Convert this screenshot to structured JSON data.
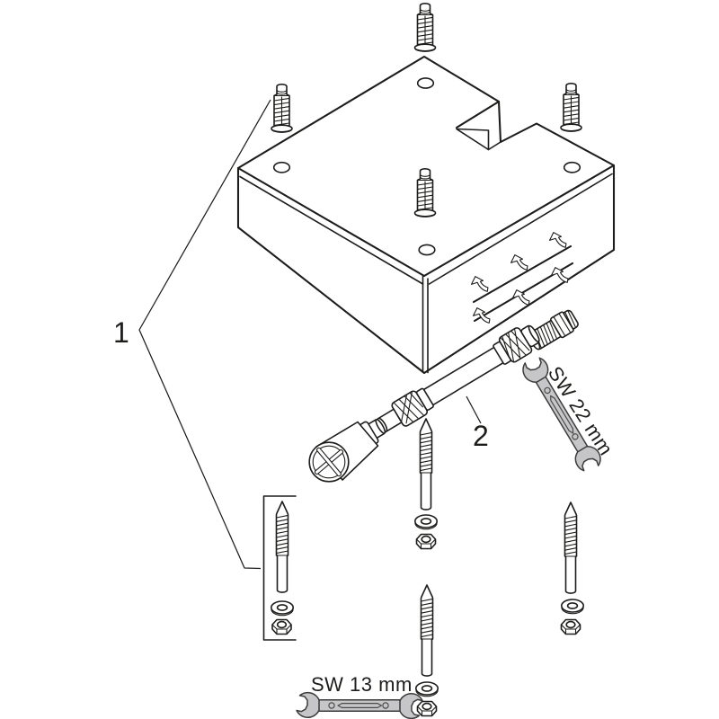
{
  "figure": {
    "background": "#ffffff",
    "line_color": "#1d1d1b",
    "wrench_fill": "#c6c6c8",
    "wrench_stroke": "#3c3c3c"
  },
  "callouts": {
    "part1": "1",
    "part2": "2"
  },
  "annotations": {
    "wrench_large": "SW 22 mm",
    "wrench_small": "SW 13 mm"
  },
  "components": [
    {
      "name": "mounting-plate",
      "qty": 1
    },
    {
      "name": "wall-plug",
      "qty": 4
    },
    {
      "name": "wood-screw",
      "qty": 4
    },
    {
      "name": "washer",
      "qty": 4
    },
    {
      "name": "hex-nut",
      "qty": 4
    },
    {
      "name": "flexible-connector-hose",
      "qty": 1
    },
    {
      "name": "threaded-nipple",
      "qty": 1
    },
    {
      "name": "handle-knob",
      "qty": 1
    },
    {
      "name": "open-end-wrench-22mm",
      "qty": 1
    },
    {
      "name": "open-end-wrench-13mm",
      "qty": 1
    }
  ]
}
